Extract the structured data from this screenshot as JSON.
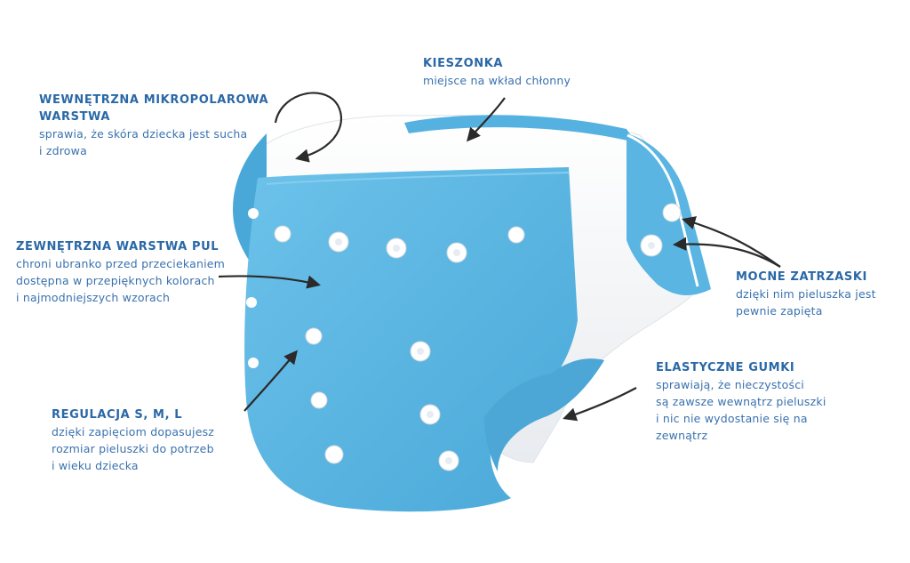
{
  "colors": {
    "heading": "#2a68a6",
    "text": "#3a72ae",
    "shell": "#5db7e3",
    "shell_dark": "#3e9bcd",
    "lining": "#f7f8fa",
    "snap": "#ffffff",
    "arrow": "#2b2b2b"
  },
  "icons": [
    "curved-arrow-icon",
    "arrow-icon",
    "snap-button-icon"
  ],
  "callouts": {
    "kieszonka": {
      "title": "KIESZONKA",
      "desc": "miejsce na wkład chłonny"
    },
    "mikropolar": {
      "title": "WEWNĘTRZNA MIKROPOLAROWA\nWARSTWA",
      "desc": "sprawia, że skóra dziecka jest sucha\ni zdrowa"
    },
    "pul": {
      "title": "ZEWNĘTRZNA WARSTWA PUL",
      "desc": "chroni ubranko przed przeciekaniem\ndostępna w przepięknych kolorach\ni najmodniejszych wzorach"
    },
    "zatrzaski": {
      "title": "MOCNE ZATRZASKI",
      "desc": "dzięki nim pieluszka jest\npewnie zapięta"
    },
    "gumki": {
      "title": "ELASTYCZNE GUMKI",
      "desc": "sprawiają, że nieczystości\nsą zawsze wewnątrz pieluszki\ni nic nie wydostanie się na\nzewnątrz"
    },
    "regulacja": {
      "title": "REGULACJA S, M, L",
      "desc": "dzięki zapięciom dopasujesz\nrozmiar pieluszki do potrzeb\ni wieku dziecka"
    }
  }
}
